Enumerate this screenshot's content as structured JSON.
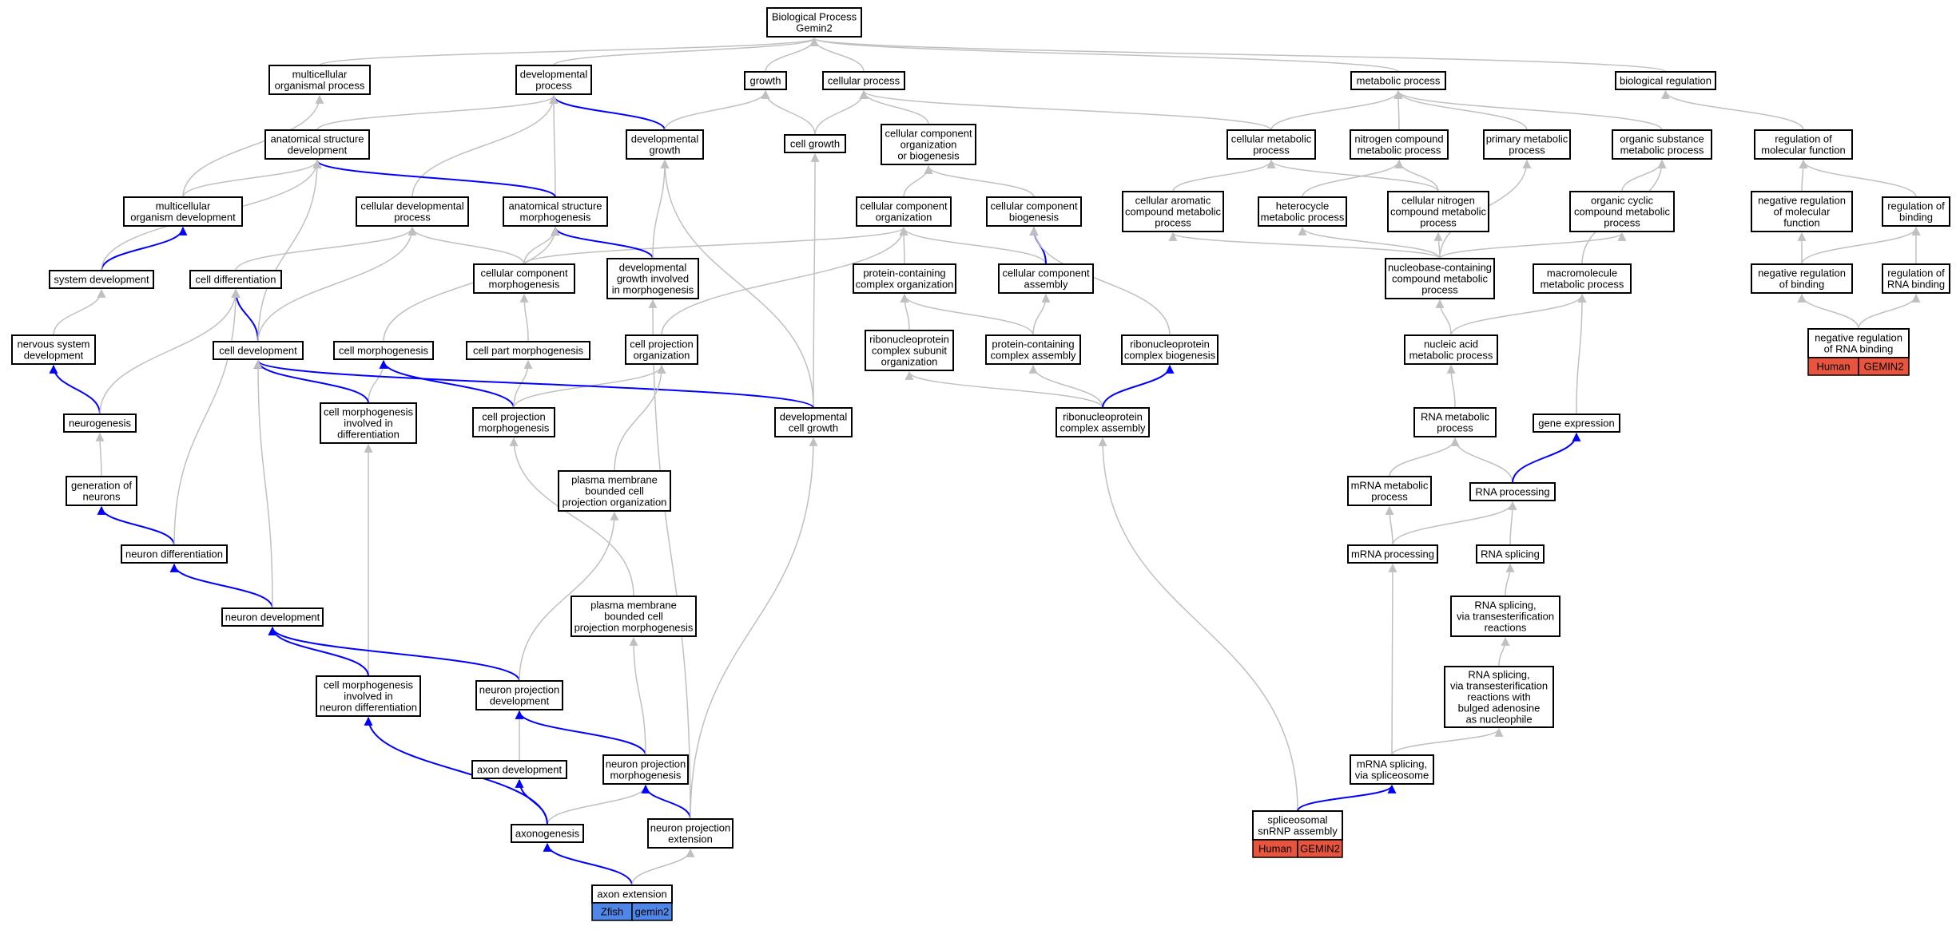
{
  "colors": {
    "default_edge": "#c0c0c0",
    "highlight_edge": "#0000ff",
    "human_tag": "#e8553f",
    "zfish_tag": "#4f86e8"
  },
  "nodes": {
    "root": [
      "Biological Process",
      "Gemin2"
    ],
    "multicellular_organismal_process": [
      "multicellular",
      "organismal process"
    ],
    "developmental_process": [
      "developmental",
      "process"
    ],
    "growth": [
      "growth"
    ],
    "cellular_process": [
      "cellular process"
    ],
    "metabolic_process": [
      "metabolic process"
    ],
    "biological_regulation": [
      "biological regulation"
    ],
    "anatomical_structure_development": [
      "anatomical structure",
      "development"
    ],
    "developmental_growth": [
      "developmental",
      "growth"
    ],
    "cell_growth": [
      "cell growth"
    ],
    "ccob": [
      "cellular component",
      "organization",
      "or biogenesis"
    ],
    "cellular_metabolic_process": [
      "cellular metabolic",
      "process"
    ],
    "nitrogen_compound_metabolic_process": [
      "nitrogen compound",
      "metabolic process"
    ],
    "primary_metabolic_process": [
      "primary metabolic",
      "process"
    ],
    "organic_substance_metabolic_process": [
      "organic substance",
      "metabolic process"
    ],
    "regulation_of_molecular_function": [
      "regulation of",
      "molecular function"
    ],
    "multicellular_organism_development": [
      "multicellular",
      "organism development"
    ],
    "cellular_developmental_process": [
      "cellular developmental",
      "process"
    ],
    "anatomical_structure_morphogenesis": [
      "anatomical structure",
      "morphogenesis"
    ],
    "cellular_component_organization": [
      "cellular component",
      "organization"
    ],
    "cellular_component_biogenesis": [
      "cellular component",
      "biogenesis"
    ],
    "cellular_aromatic": [
      "cellular aromatic",
      "compound metabolic",
      "process"
    ],
    "heterocycle": [
      "heterocycle",
      "metabolic process"
    ],
    "cellular_nitrogen": [
      "cellular nitrogen",
      "compound metabolic",
      "process"
    ],
    "organic_cyclic": [
      "organic cyclic",
      "compound metabolic",
      "process"
    ],
    "negative_regulation_of_molecular_function": [
      "negative regulation",
      "of molecular",
      "function"
    ],
    "regulation_of_binding": [
      "regulation of",
      "binding"
    ],
    "system_development": [
      "system development"
    ],
    "cell_differentiation": [
      "cell differentiation"
    ],
    "cellular_component_morphogenesis": [
      "cellular component",
      "morphogenesis"
    ],
    "developmental_growth_morphogenesis": [
      "developmental",
      "growth involved",
      "in morphogenesis"
    ],
    "protein_containing_complex_organization": [
      "protein-containing",
      "complex organization"
    ],
    "cellular_component_assembly": [
      "cellular component",
      "assembly"
    ],
    "nucleobase": [
      "nucleobase-containing",
      "compound metabolic",
      "process"
    ],
    "macromolecule": [
      "macromolecule",
      "metabolic process"
    ],
    "negative_regulation_of_binding": [
      "negative regulation",
      "of binding"
    ],
    "regulation_of_rna_binding": [
      "regulation of",
      "RNA binding"
    ],
    "nervous_system_development": [
      "nervous system",
      "development"
    ],
    "cell_development": [
      "cell development"
    ],
    "cell_morphogenesis": [
      "cell morphogenesis"
    ],
    "cell_part_morphogenesis": [
      "cell part morphogenesis"
    ],
    "cell_projection_organization": [
      "cell projection",
      "organization"
    ],
    "rnp_subunit_organization": [
      "ribonucleoprotein",
      "complex subunit",
      "organization"
    ],
    "protein_containing_complex_assembly": [
      "protein-containing",
      "complex assembly"
    ],
    "rnp_biogenesis": [
      "ribonucleoprotein",
      "complex biogenesis"
    ],
    "nucleic_acid_metabolic_process": [
      "nucleic acid",
      "metabolic process"
    ],
    "negative_regulation_of_rna_binding": [
      "negative regulation",
      "of RNA binding"
    ],
    "neurogenesis": [
      "neurogenesis"
    ],
    "cell_morph_diff": [
      "cell morphogenesis",
      "involved in",
      "differentiation"
    ],
    "cell_projection_morphogenesis": [
      "cell projection",
      "morphogenesis"
    ],
    "developmental_cell_growth": [
      "developmental",
      "cell growth"
    ],
    "rnp_assembly": [
      "ribonucleoprotein",
      "complex assembly"
    ],
    "rna_metabolic_process": [
      "RNA metabolic",
      "process"
    ],
    "gene_expression": [
      "gene expression"
    ],
    "generation_of_neurons": [
      "generation of",
      "neurons"
    ],
    "pm_projection_organization": [
      "plasma membrane",
      "bounded cell",
      "projection organization"
    ],
    "mrna_metabolic_process": [
      "mRNA metabolic",
      "process"
    ],
    "rna_processing": [
      "RNA processing"
    ],
    "neuron_differentiation": [
      "neuron differentiation"
    ],
    "mrna_processing": [
      "mRNA processing"
    ],
    "rna_splicing": [
      "RNA splicing"
    ],
    "pm_projection_morphogenesis": [
      "plasma membrane",
      "bounded cell",
      "projection morphogenesis"
    ],
    "neuron_development": [
      "neuron development"
    ],
    "rna_splicing_transesterification": [
      "RNA splicing,",
      "via transesterification",
      "reactions"
    ],
    "cell_morph_neuron_diff": [
      "cell morphogenesis",
      "involved in",
      "neuron differentiation"
    ],
    "neuron_projection_development": [
      "neuron projection",
      "development"
    ],
    "rna_splicing_bulged": [
      "RNA splicing,",
      "via transesterification",
      "reactions with",
      "bulged adenosine",
      "as nucleophile"
    ],
    "axon_development": [
      "axon development"
    ],
    "neuron_projection_morphogenesis": [
      "neuron projection",
      "morphogenesis"
    ],
    "mrna_splicing": [
      "mRNA splicing,",
      "via spliceosome"
    ],
    "axonogenesis": [
      "axonogenesis"
    ],
    "neuron_projection_extension": [
      "neuron projection",
      "extension"
    ],
    "snrnp_assembly": [
      "spliceosomal",
      "snRNP assembly"
    ],
    "axon_extension": [
      "axon extension"
    ]
  },
  "tags": {
    "negative_regulation_of_rna_binding": [
      "Human",
      "GEMIN2"
    ],
    "snrnp_assembly": [
      "Human",
      "GEMIN2"
    ],
    "axon_extension": [
      "Zfish",
      "gemin2"
    ]
  }
}
